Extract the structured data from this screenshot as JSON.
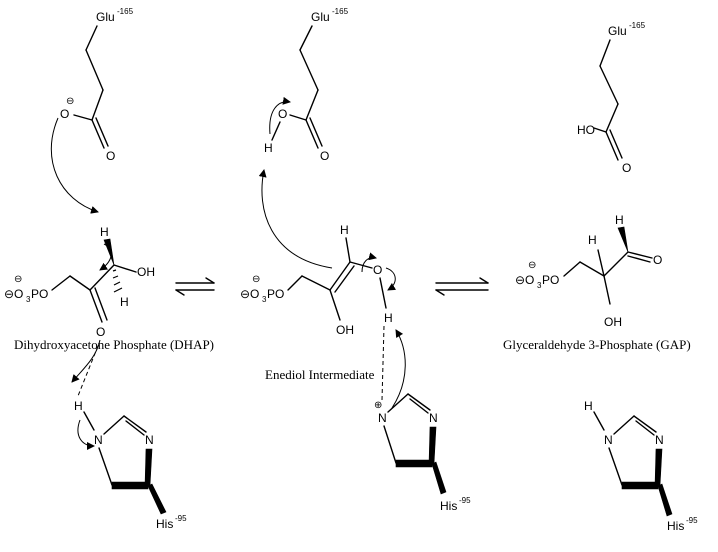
{
  "panels": {
    "dhap": {
      "glu": "Glu",
      "glu_num": "-165",
      "carboxylate_o1": "O",
      "carboxylate_o2": "O",
      "charge": "⊖",
      "phosphate": "⊖O",
      "phosphate_sub": "3",
      "phosphate_end": "PO",
      "oh": "OH",
      "h_top": "H",
      "h_bottom": "H",
      "carbonyl_o": "O",
      "caption": "Dihydroxyacetone Phosphate (DHAP)",
      "his_h": "H",
      "his_n1": "N",
      "his_n2": "N",
      "his": "His",
      "his_num": "-95"
    },
    "enediol": {
      "glu": "Glu",
      "glu_num": "-165",
      "acid_o": "O",
      "acid_h": "H",
      "carbonyl_o": "O",
      "phosphate": "⊖O",
      "phosphate_sub": "3",
      "phosphate_end": "PO",
      "charge": "⊖",
      "h_top": "H",
      "o_enol": "O",
      "h_enol": "H",
      "oh": "OH",
      "caption": "Enediol Intermediate",
      "his_plus": "⊕",
      "his_n1": "N",
      "his_n2": "N",
      "his": "His",
      "his_num": "-95"
    },
    "gap": {
      "glu": "Glu",
      "glu_num": "-165",
      "ho": "HO",
      "carbonyl_o": "O",
      "phosphate": "⊖O",
      "phosphate_sub": "3",
      "phosphate_end": "PO",
      "charge": "⊖",
      "h_top": "H",
      "h_mid": "H",
      "aldehyde_o": "O",
      "oh": "OH",
      "caption": "Glyceraldehyde 3-Phosphate (GAP)",
      "his_h": "H",
      "his_n1": "N",
      "his_n2": "N",
      "his": "His",
      "his_num": "-95"
    }
  }
}
